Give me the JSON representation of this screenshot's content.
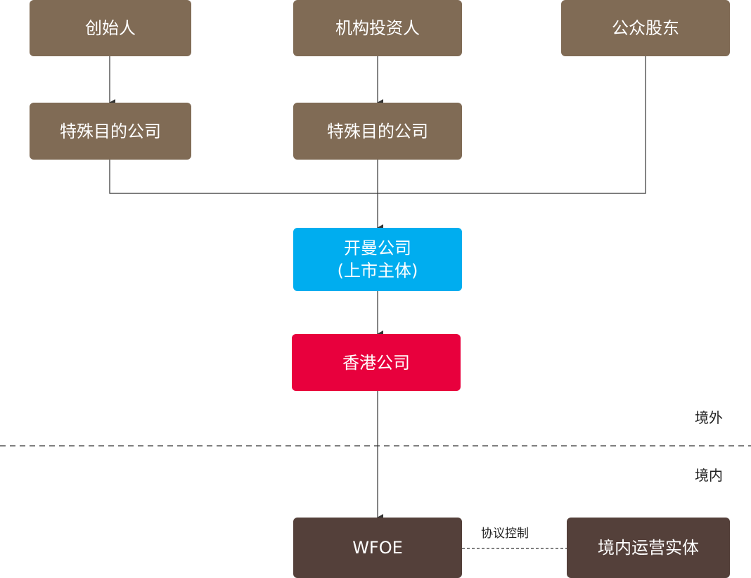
{
  "nodes": {
    "founder": "创始人",
    "institutional_investor": "机构投资人",
    "public_shareholder": "公众股东",
    "spv_founder": "特殊目的公司",
    "spv_investor": "特殊目的公司",
    "cayman_company": {
      "line1": "开曼公司",
      "line2": "(上市主体)"
    },
    "hk_company": "香港公司",
    "wfoe": "WFOE",
    "domestic_entity": "境内运营实体"
  },
  "regions": {
    "offshore": "境外",
    "onshore": "境内"
  },
  "relations": {
    "contract_control": "协议控制"
  },
  "colors": {
    "brown": "#806b55",
    "dark_brown": "#54403a",
    "blue": "#00adef",
    "red": "#e8003d",
    "line": "#333333"
  }
}
